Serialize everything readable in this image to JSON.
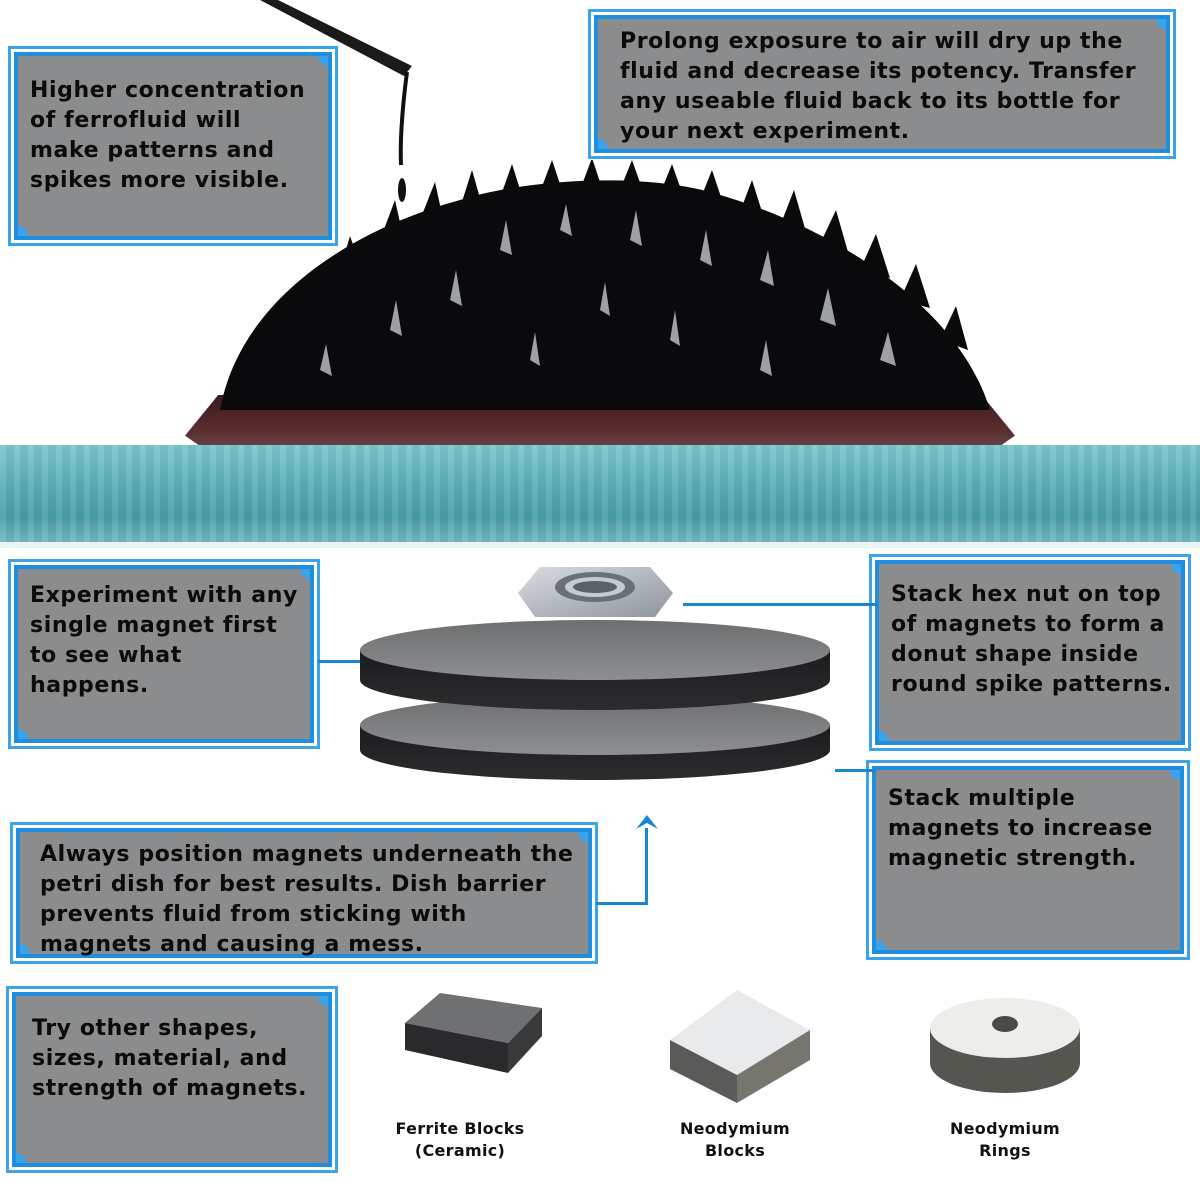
{
  "callouts": {
    "concentration": "Higher concentration of ferrofluid will make patterns and spikes more visible.",
    "air_exposure": "Prolong exposure to air will dry up the fluid and decrease its potency. Transfer any useable fluid back to its bottle for your next experiment.",
    "single_magnet": "Experiment with any single magnet first to see what happens.",
    "hex_nut": "Stack hex nut on top of magnets to form a donut shape inside round spike patterns.",
    "stack_multiple": "Stack multiple magnets to increase magnetic strength.",
    "position_magnets": "Always position magnets underneath the petri dish for best results. Dish barrier prevents fluid from sticking with magnets and causing a mess.",
    "other_shapes": "Try other shapes, sizes, material, and strength of magnets."
  },
  "products": [
    {
      "line1": "Ferrite Blocks",
      "line2": "(Ceramic)"
    },
    {
      "line1": "Neodymium",
      "line2": "Blocks"
    },
    {
      "line1": "Neodymium",
      "line2": "Rings"
    }
  ],
  "colors": {
    "callout_fill": "#8a8c8e",
    "frame_blue": "#1e8fe0",
    "connector_blue": "#1a86d2",
    "water_teal": "#5fb2bb",
    "ferrofluid_black": "#0a0a0c"
  }
}
